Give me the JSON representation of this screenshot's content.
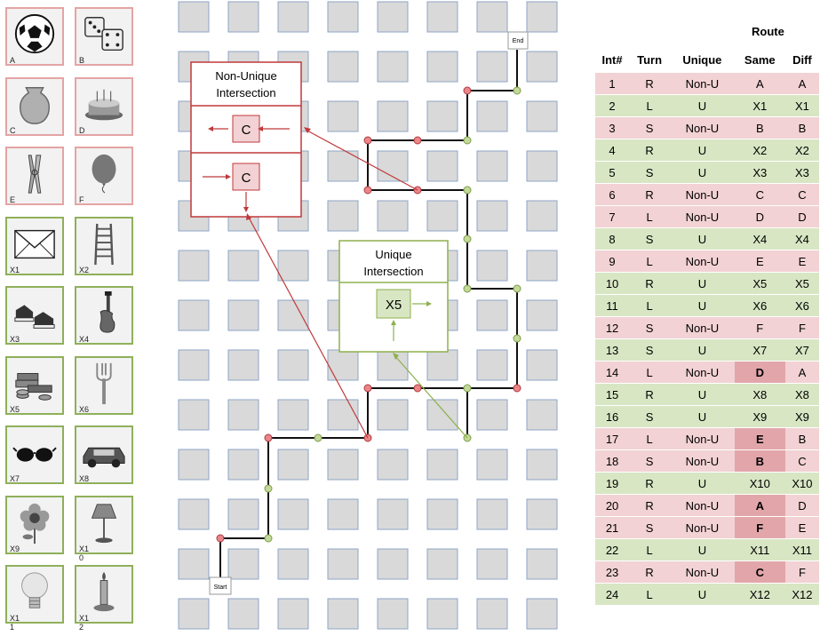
{
  "icons": [
    {
      "label": "A",
      "icon": "soccer-ball-icon",
      "group": "red"
    },
    {
      "label": "B",
      "icon": "dice-icon",
      "group": "red"
    },
    {
      "label": "C",
      "icon": "vase-icon",
      "group": "red"
    },
    {
      "label": "D",
      "icon": "cake-icon",
      "group": "red"
    },
    {
      "label": "E",
      "icon": "clothespin-icon",
      "group": "red"
    },
    {
      "label": "F",
      "icon": "balloon-icon",
      "group": "red"
    },
    {
      "label": "X1",
      "icon": "envelope-icon",
      "group": "green"
    },
    {
      "label": "X2",
      "icon": "ladder-icon",
      "group": "green"
    },
    {
      "label": "X3",
      "icon": "sneakers-icon",
      "group": "green"
    },
    {
      "label": "X4",
      "icon": "guitar-icon",
      "group": "green"
    },
    {
      "label": "X5",
      "icon": "money-stack-icon",
      "group": "green"
    },
    {
      "label": "X6",
      "icon": "fork-icon",
      "group": "green"
    },
    {
      "label": "X7",
      "icon": "sunglasses-icon",
      "group": "green"
    },
    {
      "label": "X8",
      "icon": "car-icon",
      "group": "green"
    },
    {
      "label": "X9",
      "icon": "flower-icon",
      "group": "green"
    },
    {
      "label": "X1\n0",
      "icon": "lamp-icon",
      "group": "green"
    },
    {
      "label": "X1\n1",
      "icon": "light-bulb-icon",
      "group": "green"
    },
    {
      "label": "X1\n2",
      "icon": "candle-icon",
      "group": "green"
    }
  ],
  "maze": {
    "start_label": "Start",
    "end_label": "End",
    "non_unique_box": {
      "title": "Non-Unique Intersection",
      "letter_top": "C",
      "letter_bottom": "C"
    },
    "unique_box": {
      "title": "Unique Intersection",
      "letter": "X5"
    },
    "colors": {
      "red": "#c0393b",
      "green": "#8db04d",
      "block": "#d9d9d9",
      "block_border": "#8ea5c6"
    }
  },
  "table": {
    "route_header": "Route",
    "columns": [
      "Int#",
      "Turn",
      "Unique",
      "Same",
      "Diff"
    ],
    "rows": [
      {
        "n": "1",
        "turn": "R",
        "unique": "Non-U",
        "same": "A",
        "diff": "A",
        "type": "red",
        "hl": false
      },
      {
        "n": "2",
        "turn": "L",
        "unique": "U",
        "same": "X1",
        "diff": "X1",
        "type": "green",
        "hl": false
      },
      {
        "n": "3",
        "turn": "S",
        "unique": "Non-U",
        "same": "B",
        "diff": "B",
        "type": "red",
        "hl": false
      },
      {
        "n": "4",
        "turn": "R",
        "unique": "U",
        "same": "X2",
        "diff": "X2",
        "type": "green",
        "hl": false
      },
      {
        "n": "5",
        "turn": "S",
        "unique": "U",
        "same": "X3",
        "diff": "X3",
        "type": "green",
        "hl": false
      },
      {
        "n": "6",
        "turn": "R",
        "unique": "Non-U",
        "same": "C",
        "diff": "C",
        "type": "red",
        "hl": false
      },
      {
        "n": "7",
        "turn": "L",
        "unique": "Non-U",
        "same": "D",
        "diff": "D",
        "type": "red",
        "hl": false
      },
      {
        "n": "8",
        "turn": "S",
        "unique": "U",
        "same": "X4",
        "diff": "X4",
        "type": "green",
        "hl": false
      },
      {
        "n": "9",
        "turn": "L",
        "unique": "Non-U",
        "same": "E",
        "diff": "E",
        "type": "red",
        "hl": false
      },
      {
        "n": "10",
        "turn": "R",
        "unique": "U",
        "same": "X5",
        "diff": "X5",
        "type": "green",
        "hl": false
      },
      {
        "n": "11",
        "turn": "L",
        "unique": "U",
        "same": "X6",
        "diff": "X6",
        "type": "green",
        "hl": false
      },
      {
        "n": "12",
        "turn": "S",
        "unique": "Non-U",
        "same": "F",
        "diff": "F",
        "type": "red",
        "hl": false
      },
      {
        "n": "13",
        "turn": "S",
        "unique": "U",
        "same": "X7",
        "diff": "X7",
        "type": "green",
        "hl": false
      },
      {
        "n": "14",
        "turn": "L",
        "unique": "Non-U",
        "same": "D",
        "diff": "A",
        "type": "red",
        "hl": true
      },
      {
        "n": "15",
        "turn": "R",
        "unique": "U",
        "same": "X8",
        "diff": "X8",
        "type": "green",
        "hl": false
      },
      {
        "n": "16",
        "turn": "S",
        "unique": "U",
        "same": "X9",
        "diff": "X9",
        "type": "green",
        "hl": false
      },
      {
        "n": "17",
        "turn": "L",
        "unique": "Non-U",
        "same": "E",
        "diff": "B",
        "type": "red",
        "hl": true
      },
      {
        "n": "18",
        "turn": "S",
        "unique": "Non-U",
        "same": "B",
        "diff": "C",
        "type": "red",
        "hl": true
      },
      {
        "n": "19",
        "turn": "R",
        "unique": "U",
        "same": "X10",
        "diff": "X10",
        "type": "green",
        "hl": false
      },
      {
        "n": "20",
        "turn": "R",
        "unique": "Non-U",
        "same": "A",
        "diff": "D",
        "type": "red",
        "hl": true
      },
      {
        "n": "21",
        "turn": "S",
        "unique": "Non-U",
        "same": "F",
        "diff": "E",
        "type": "red",
        "hl": true
      },
      {
        "n": "22",
        "turn": "L",
        "unique": "U",
        "same": "X11",
        "diff": "X11",
        "type": "green",
        "hl": false
      },
      {
        "n": "23",
        "turn": "R",
        "unique": "Non-U",
        "same": "C",
        "diff": "F",
        "type": "red",
        "hl": true
      },
      {
        "n": "24",
        "turn": "L",
        "unique": "U",
        "same": "X12",
        "diff": "X12",
        "type": "green",
        "hl": false
      }
    ]
  }
}
